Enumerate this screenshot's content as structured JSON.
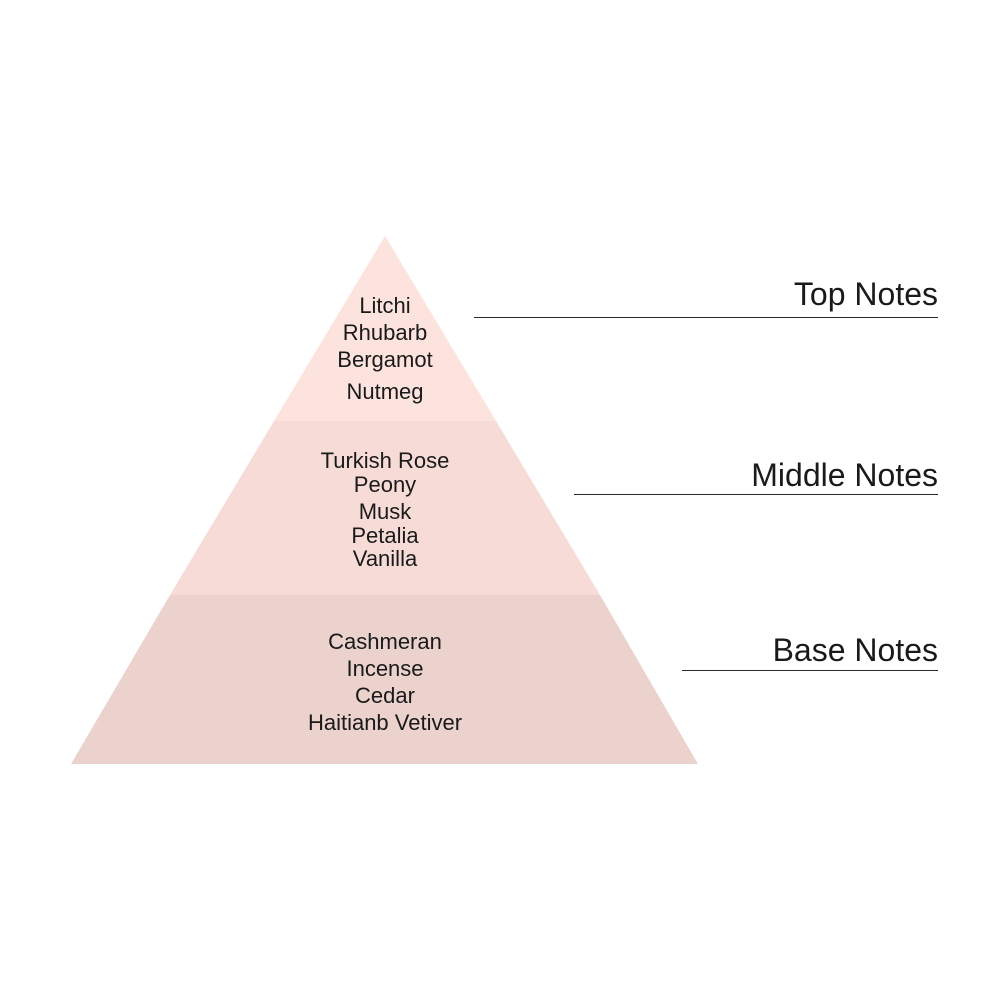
{
  "colors": {
    "top_tier": "#fde3de",
    "middle_tier": "#f6dbd7",
    "base_tier": "#ebd2cd",
    "text": "#1a1a1a",
    "leader_line": "#2a2a2a"
  },
  "pyramid": {
    "tiers": [
      {
        "name": "top",
        "label": "Top Notes",
        "notes": [
          "Litchi",
          "Rhubarb",
          "Bergamot",
          "Nutmeg"
        ]
      },
      {
        "name": "middle",
        "label": "Middle Notes",
        "notes": [
          "Turkish Rose",
          "Peony",
          "Musk",
          "Petalia",
          "Vanilla"
        ]
      },
      {
        "name": "base",
        "label": "Base Notes",
        "notes": [
          "Cashmeran",
          "Incense",
          "Cedar",
          "Haitianb Vetiver"
        ]
      }
    ]
  }
}
